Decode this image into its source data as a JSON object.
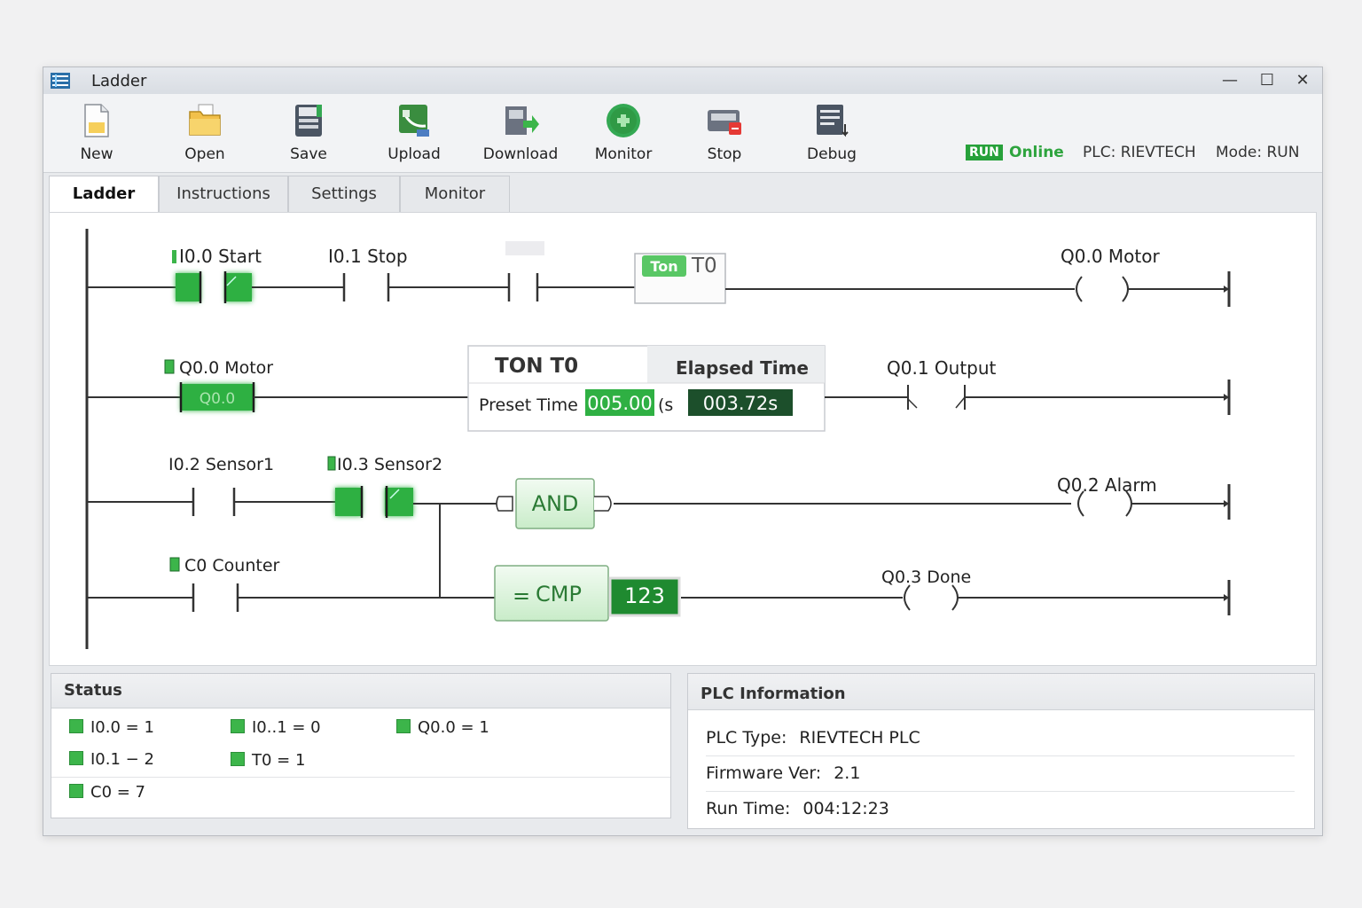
{
  "window": {
    "title": "Ladder"
  },
  "toolbar": {
    "buttons": [
      {
        "label": "New",
        "icon": "new-file-icon"
      },
      {
        "label": "Open",
        "icon": "open-folder-icon"
      },
      {
        "label": "Save",
        "icon": "save-icon"
      },
      {
        "label": "Upload",
        "icon": "upload-icon"
      },
      {
        "label": "Download",
        "icon": "download-icon"
      },
      {
        "label": "Monitor",
        "icon": "monitor-icon"
      },
      {
        "label": "Stop",
        "icon": "stop-icon"
      },
      {
        "label": "Debug",
        "icon": "debug-icon"
      }
    ],
    "run_badge": "RUN",
    "online": "Online",
    "plc": "PLC: RIEVTECH",
    "mode": "Mode: RUN"
  },
  "tabs": [
    "Ladder",
    "Instructions",
    "Settings",
    "Monitor"
  ],
  "ladder": {
    "rung1": {
      "contact1": "I0.0 Start",
      "contact2": "I0.1 Stop",
      "timer_badge": "Ton",
      "timer_name": "T0",
      "coil": "Q0.0 Motor"
    },
    "rung2": {
      "contact": "Q0.0 Motor",
      "contact_value": "Q0.0",
      "coil": "Q0.1 Output",
      "ton_popup": {
        "title": "TON T0",
        "elapsed_label": "Elapsed Time",
        "preset_label": "Preset Time",
        "preset_value": "005.00",
        "preset_unit": "(s",
        "elapsed_value": "003.72s"
      }
    },
    "rung3": {
      "contact1": "I0.2 Sensor1",
      "contact2": "I0.3 Sensor2",
      "block": "AND",
      "coil": "Q0.2 Alarm"
    },
    "rung4": {
      "contact": "C0 Counter",
      "block_eq": "=",
      "block": "CMP",
      "value": "123",
      "coil": "Q0.3 Done"
    }
  },
  "status": {
    "title": "Status",
    "items": [
      "I0.0 = 1",
      "I0..1 = 0",
      "Q0.0 = 1",
      "I0.1 − 2",
      "T0 = 1",
      "C0 = 7"
    ]
  },
  "plc_info": {
    "title": "PLC Information",
    "rows": [
      {
        "label": "PLC Type:",
        "value": "RIEVTECH PLC"
      },
      {
        "label": "Firmware Ver:",
        "value": "2.1"
      },
      {
        "label": "Run Time:",
        "value": "004:12:23"
      }
    ]
  },
  "colors": {
    "accent_green": "#3cb54a",
    "dark_green": "#1f7a2e",
    "online_green": "#2ea43e"
  }
}
